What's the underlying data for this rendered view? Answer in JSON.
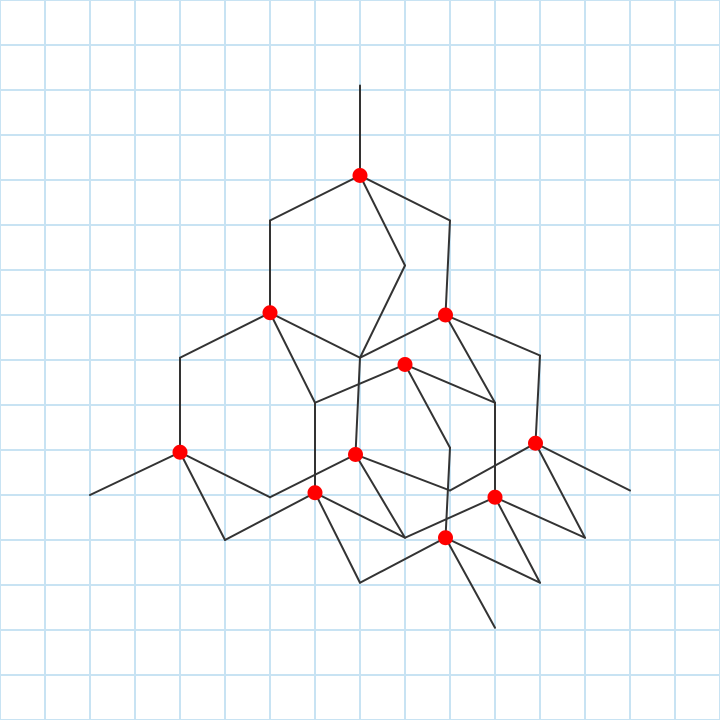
{
  "figure": {
    "background": "#ffffff",
    "grid_color": "#c8e3f3",
    "line_color": "#333333",
    "node_color": "#ff0000",
    "grid_step": 1,
    "grid_cells": 16,
    "nodes": [
      {
        "id": "A",
        "x": 8.0,
        "y": 3.9
      },
      {
        "id": "B",
        "x": 6.0,
        "y": 6.95
      },
      {
        "id": "C",
        "x": 9.9,
        "y": 7.0
      },
      {
        "id": "D",
        "x": 9.0,
        "y": 8.1
      },
      {
        "id": "E",
        "x": 4.0,
        "y": 10.05
      },
      {
        "id": "F",
        "x": 7.9,
        "y": 10.1
      },
      {
        "id": "G",
        "x": 11.9,
        "y": 9.85
      },
      {
        "id": "H",
        "x": 7.0,
        "y": 10.95
      },
      {
        "id": "I",
        "x": 11.0,
        "y": 11.05
      },
      {
        "id": "J",
        "x": 9.9,
        "y": 11.95
      }
    ],
    "points": [
      {
        "id": "p1",
        "x": 8.0,
        "y": 1.9
      },
      {
        "id": "p2",
        "x": 6.0,
        "y": 4.9
      },
      {
        "id": "p3",
        "x": 10.0,
        "y": 4.9
      },
      {
        "id": "p4",
        "x": 9.0,
        "y": 5.9
      },
      {
        "id": "p5",
        "x": 4.0,
        "y": 7.95
      },
      {
        "id": "p6",
        "x": 8.0,
        "y": 7.95
      },
      {
        "id": "p7",
        "x": 12.0,
        "y": 7.9
      },
      {
        "id": "p8",
        "x": 7.0,
        "y": 8.95
      },
      {
        "id": "p9",
        "x": 11.0,
        "y": 8.95
      },
      {
        "id": "p10",
        "x": 10.0,
        "y": 9.95
      },
      {
        "id": "p11",
        "x": 2.0,
        "y": 11.0
      },
      {
        "id": "p12",
        "x": 6.0,
        "y": 11.05
      },
      {
        "id": "p13",
        "x": 10.0,
        "y": 10.9
      },
      {
        "id": "p14",
        "x": 14.0,
        "y": 10.9
      },
      {
        "id": "p15",
        "x": 5.0,
        "y": 12.0
      },
      {
        "id": "p16",
        "x": 9.0,
        "y": 11.95
      },
      {
        "id": "p17",
        "x": 13.0,
        "y": 11.95
      },
      {
        "id": "p18",
        "x": 8.0,
        "y": 12.95
      },
      {
        "id": "p19",
        "x": 12.0,
        "y": 12.95
      },
      {
        "id": "p20",
        "x": 11.0,
        "y": 13.95
      }
    ],
    "edges": [
      [
        "p1",
        "A"
      ],
      [
        "A",
        "p2"
      ],
      [
        "A",
        "p3"
      ],
      [
        "A",
        "p4"
      ],
      [
        "p2",
        "B"
      ],
      [
        "p3",
        "C"
      ],
      [
        "p4",
        "p6"
      ],
      [
        "B",
        "p5"
      ],
      [
        "B",
        "p6"
      ],
      [
        "B",
        "p8"
      ],
      [
        "C",
        "p6"
      ],
      [
        "C",
        "p7"
      ],
      [
        "C",
        "p9"
      ],
      [
        "p5",
        "E"
      ],
      [
        "p6",
        "F"
      ],
      [
        "p7",
        "G"
      ],
      [
        "p8",
        "D"
      ],
      [
        "D",
        "p9"
      ],
      [
        "D",
        "p10"
      ],
      [
        "p8",
        "H"
      ],
      [
        "p9",
        "I"
      ],
      [
        "p10",
        "J"
      ],
      [
        "E",
        "p11"
      ],
      [
        "E",
        "p12"
      ],
      [
        "E",
        "p15"
      ],
      [
        "F",
        "p12"
      ],
      [
        "F",
        "p13"
      ],
      [
        "F",
        "p16"
      ],
      [
        "G",
        "p13"
      ],
      [
        "G",
        "p14"
      ],
      [
        "G",
        "p17"
      ],
      [
        "H",
        "p15"
      ],
      [
        "H",
        "p16"
      ],
      [
        "H",
        "p18"
      ],
      [
        "I",
        "p16"
      ],
      [
        "I",
        "p17"
      ],
      [
        "I",
        "p19"
      ],
      [
        "J",
        "p18"
      ],
      [
        "J",
        "p19"
      ],
      [
        "J",
        "p20"
      ]
    ]
  }
}
